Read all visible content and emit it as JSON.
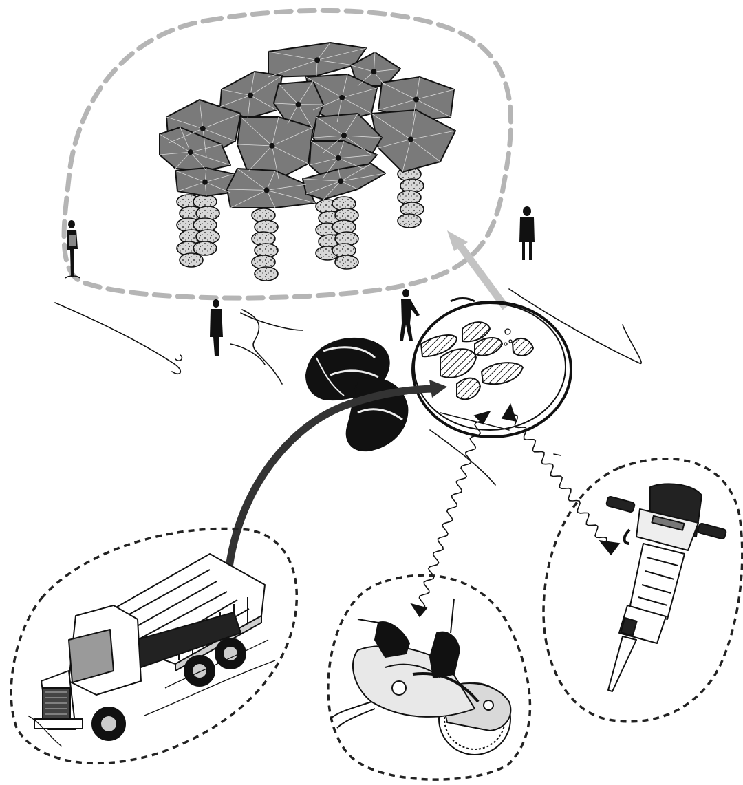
{
  "diagram": {
    "background": "#ffffff",
    "ink": "#111111",
    "slab_fill": "#7a7a7a",
    "slab_edge": "#dcdcdc",
    "column_fill": "#d6d6d6",
    "halo_color": "#b5b5b5",
    "upward_arrow_color": "#c3c3c3",
    "groups": [
      {
        "id": "pavilion",
        "icon": "stone-slab-pavilion-icon"
      },
      {
        "id": "rubble-cluster",
        "icon": "rubble-pieces-icon"
      },
      {
        "id": "dump-truck",
        "icon": "dump-truck-icon"
      },
      {
        "id": "cut-saw",
        "icon": "cut-off-saw-icon"
      },
      {
        "id": "jackhammer",
        "icon": "jackhammer-icon"
      },
      {
        "id": "scoop",
        "icon": "excavator-bucket-icon"
      },
      {
        "id": "people",
        "icon": "person-silhouette-icon"
      }
    ]
  }
}
